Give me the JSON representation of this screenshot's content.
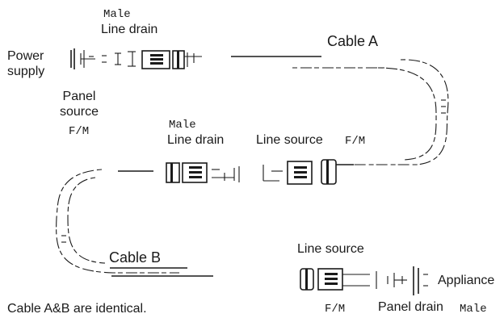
{
  "labels": {
    "power_supply_line1": "Power",
    "power_supply_line2": "supply",
    "male_top": "Male",
    "line_drain_top": "Line drain",
    "panel_source_line1": "Panel",
    "panel_source_line2": "source",
    "fm_top": "F/M",
    "cable_a": "Cable A",
    "male_middle": "Male",
    "line_drain_middle": "Line drain",
    "line_source_middle": "Line source",
    "fm_middle": "F/M",
    "cable_b": "Cable B",
    "line_source_bottom": "Line source",
    "appliance": "Appliance",
    "fm_bottom": "F/M",
    "panel_drain": "Panel drain",
    "male_bottom": "Male",
    "footnote": "Cable A&B are identical."
  }
}
